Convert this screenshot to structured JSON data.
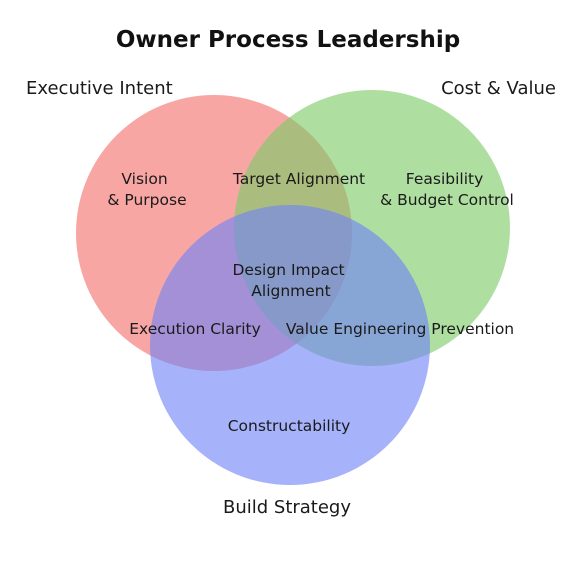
{
  "title": "Owner Process Leadership",
  "colors": {
    "executive_intent": "#f4706c",
    "cost_value": "#7ccb68",
    "build_strategy": "#6f82f7",
    "text": "#1a1a1a"
  },
  "sets": {
    "executive_intent": "Executive Intent",
    "cost_value": "Cost & Value",
    "build_strategy": "Build Strategy"
  },
  "regions": {
    "vision_purpose": [
      "Vision",
      "& Purpose"
    ],
    "feasibility_budget": [
      "Feasibility",
      "& Budget Control"
    ],
    "constructability": "Constructability",
    "target_alignment": "Target Alignment",
    "execution_clarity": "Execution Clarity",
    "value_engineering_prevention": "Value Engineering Prevention",
    "design_impact_alignment": [
      "Design Impact",
      "Alignment"
    ]
  }
}
